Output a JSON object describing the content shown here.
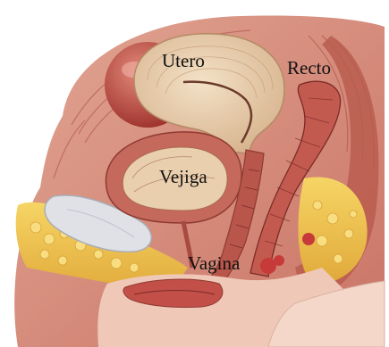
{
  "labels": {
    "utero": "Utero",
    "recto": "Recto",
    "vejiga": "Vejiga",
    "vagina": "Vagina"
  },
  "colors": {
    "background": "#ffffff",
    "muscle": "#c97060",
    "muscle_dark": "#8f3a32",
    "organ_tan": "#ead3b0",
    "organ_tan_dark": "#c7a07a",
    "fat_yellow": "#f0c94a",
    "skin": "#efc8b8",
    "pubic_bone": "#d9dbe0",
    "label_text": "#111111"
  }
}
